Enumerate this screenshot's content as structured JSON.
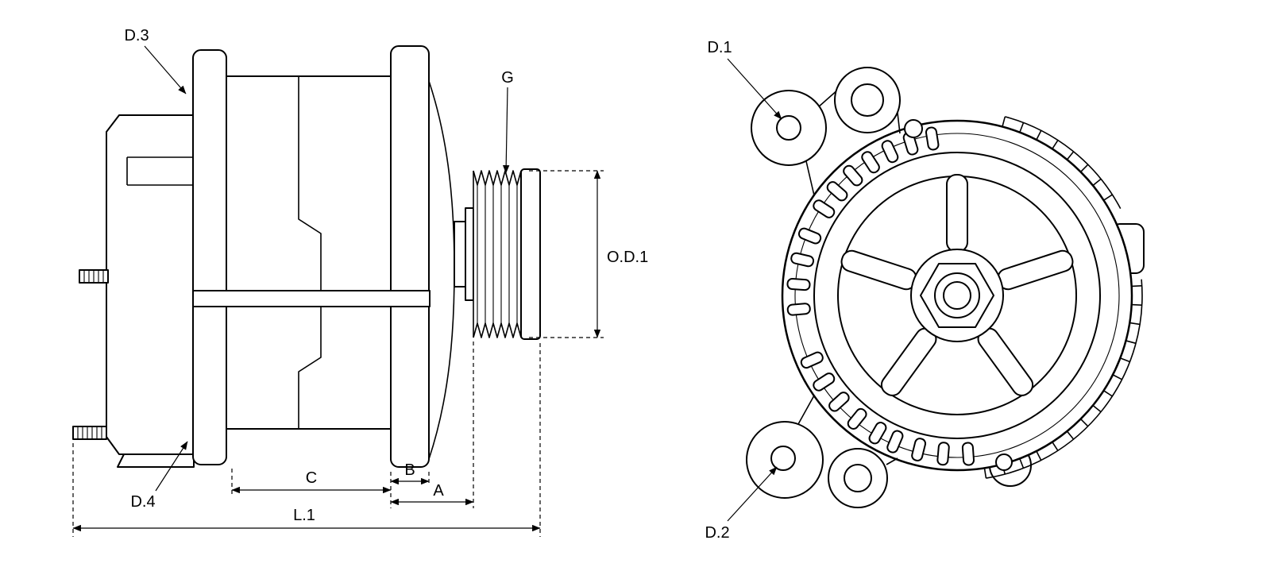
{
  "colors": {
    "ink": "#000000",
    "paper": "#ffffff"
  },
  "side_view": {
    "labels": {
      "d3": "D.3",
      "d4": "D.4",
      "g": "G",
      "od1": "O.D.1",
      "c": "C",
      "b": "B",
      "a": "A",
      "l1": "L.1"
    }
  },
  "front_view": {
    "labels": {
      "d1": "D.1",
      "d2": "D.2"
    }
  }
}
